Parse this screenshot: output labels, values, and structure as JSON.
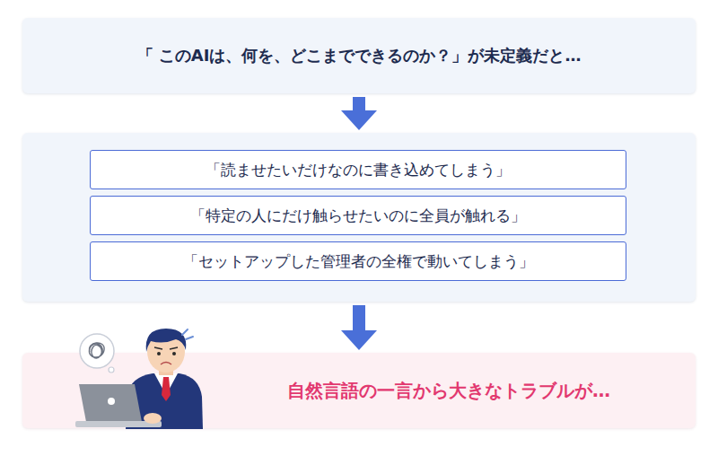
{
  "diagram": {
    "nodes": [
      {
        "text": [
          "「 このAIは、何を、どこまでできるのか？」が未定義だと…"
        ]
      },
      {
        "text": []
      },
      {
        "text": [
          "「読ませたいだけなのに書き込めてしまう」"
        ],
        "in": 1
      },
      {
        "text": [
          "「特定の人にだけ触らせたいのに全員が触れる」"
        ],
        "in": 1
      },
      {
        "text": [
          "「セットアップした管理者の全権で動いてしまう」"
        ],
        "in": 1
      },
      {
        "text": [
          "自然言語の一言から大きなトラブルが…"
        ]
      }
    ],
    "edges": [
      {
        "from": 0,
        "to": 1,
        "arrow": "to"
      },
      {
        "from": 1,
        "to": 5,
        "arrow": "to"
      }
    ]
  }
}
